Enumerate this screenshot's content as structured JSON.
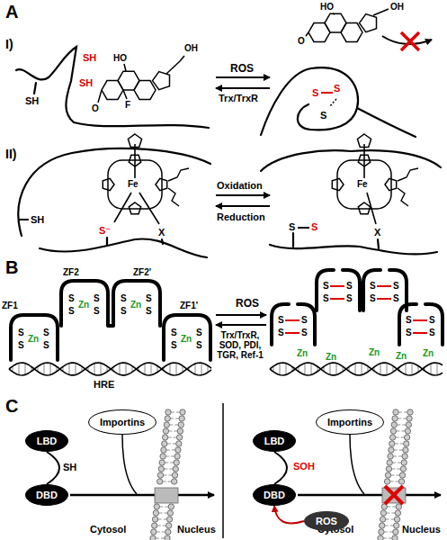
{
  "diagram": {
    "nodes": [
      {
        "text": [
          "LBD"
        ]
      },
      {
        "text": [
          "DBD"
        ]
      },
      {
        "text": [
          "Importins"
        ]
      },
      {
        "text": [
          "LBD"
        ]
      },
      {
        "text": [
          "DBD"
        ]
      },
      {
        "text": [
          "Importins"
        ]
      },
      {
        "text": [
          "ROS"
        ]
      }
    ],
    "edges": [
      {
        "from": 0,
        "to": 1,
        "arrow": "none"
      },
      {
        "from": 3,
        "to": 4,
        "arrow": "none"
      },
      {
        "from": 6,
        "to": 4,
        "arrow": "to"
      }
    ],
    "labels": [
      "A",
      "I)",
      "SH",
      "SH",
      "SH",
      "OH",
      "HO",
      "O",
      "F",
      "ROS",
      "Trx/TrxR",
      "S",
      "S",
      "S",
      "HO",
      "OH",
      "O",
      "II)",
      "SH",
      "S⁻",
      "X",
      "Fe",
      "Oxidation",
      "Reduction",
      "S",
      "S",
      "X",
      "Fe",
      "B",
      "ZF2",
      "ZF2'",
      "ZF1",
      "ZF1'",
      "S",
      "S",
      "Zn",
      "S",
      "S",
      "S",
      "S",
      "Zn",
      "S",
      "S",
      "S",
      "S",
      "Zn",
      "S",
      "S",
      "S",
      "S",
      "Zn",
      "S",
      "S",
      "HRE",
      "ROS",
      "Trx/TrxR, SOD, PDI, TGR, Ref-1",
      "S",
      "S",
      "S",
      "S",
      "S",
      "S",
      "S",
      "S",
      "S",
      "S",
      "S",
      "S",
      "S",
      "S",
      "S",
      "S",
      "Zn",
      "Zn",
      "Zn",
      "Zn",
      "Zn",
      "C",
      "SH",
      "Cytosol",
      "Nucleus",
      "SOH",
      "Cytosol",
      "Nucleus"
    ]
  }
}
